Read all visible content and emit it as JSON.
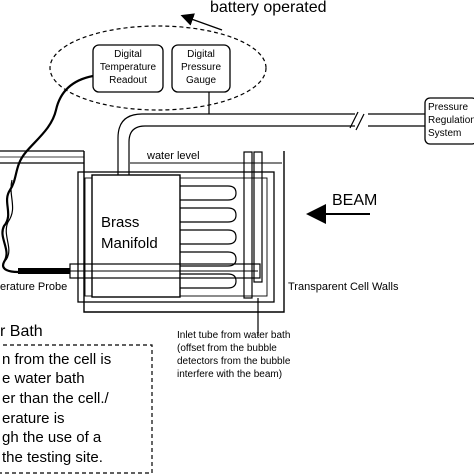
{
  "labels": {
    "battery_operated": "battery operated",
    "digital_temp_readout": [
      "Digital",
      "Temperature",
      "Readout"
    ],
    "digital_pressure_gauge": [
      "Digital",
      "Pressure",
      "Gauge"
    ],
    "pressure_regulation_system": [
      "Pressure",
      "Regulation",
      "System"
    ],
    "water_level": "water level",
    "beam": "BEAM",
    "brass_manifold": [
      "Brass",
      "Manifold"
    ],
    "temperature_probe": "erature Probe",
    "transparent_cell_walls": "Transparent Cell Walls",
    "inlet_tube_note": [
      "Inlet tube from water bath",
      "(offset from the bubble",
      "detectors from the bubble",
      "interfere with the beam)"
    ],
    "water_bath_title": "r Bath",
    "water_bath_note": [
      "n from the cell is",
      "e water bath",
      "er than the cell./",
      "erature is",
      "gh the use of a",
      "the testing site."
    ]
  }
}
